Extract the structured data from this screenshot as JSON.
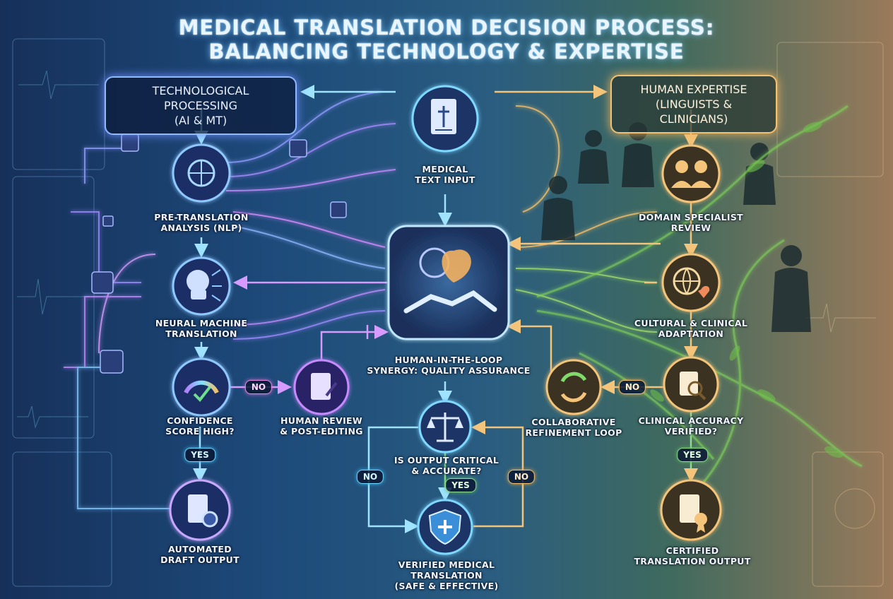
{
  "title": {
    "line1": "MEDICAL TRANSLATION DECISION PROCESS:",
    "line2": "BALANCING TECHNOLOGY & EXPERTISE"
  },
  "headers": {
    "tech": {
      "line1": "TECHNOLOGICAL PROCESSING",
      "line2": "(AI & MT)"
    },
    "human": {
      "line1": "HUMAN EXPERTISE",
      "line2": "(LINGUISTS & CLINICIANS)"
    }
  },
  "nodes": {
    "input": {
      "line1": "MEDICAL",
      "line2": "TEXT INPUT"
    },
    "pretranslation": {
      "line1": "PRE-TRANSLATION",
      "line2": "ANALYSIS (NLP)"
    },
    "nmt": {
      "line1": "NEURAL MACHINE",
      "line2": "TRANSLATION"
    },
    "confidence": {
      "line1": "CONFIDENCE",
      "line2": "SCORE HIGH?"
    },
    "draft": {
      "line1": "AUTOMATED",
      "line2": "DRAFT OUTPUT"
    },
    "review": {
      "line1": "HUMAN REVIEW",
      "line2": "& POST-EDITING"
    },
    "synergy": {
      "line1": "HUMAN-IN-THE-LOOP",
      "line2": "SYNERGY: QUALITY ASSURANCE"
    },
    "critical": {
      "line1": "IS OUTPUT CRITICAL",
      "line2": "& ACCURATE?"
    },
    "verified": {
      "line1": "VERIFIED MEDICAL",
      "line2": "TRANSLATION",
      "line3": "(SAFE & EFFECTIVE)"
    },
    "refinement": {
      "line1": "COLLABORATIVE",
      "line2": "REFINEMENT LOOP"
    },
    "specialist": {
      "line1": "DOMAIN SPECIALIST",
      "line2": "REVIEW"
    },
    "adaptation": {
      "line1": "CULTURAL & CLINICAL",
      "line2": "ADAPTATION"
    },
    "accuracy": {
      "line1": "CLINICAL ACCURACY",
      "line2": "VERIFIED?"
    },
    "certified": {
      "line1": "CERTIFIED",
      "line2": "TRANSLATION OUTPUT"
    }
  },
  "edges": {
    "confidence_no": "NO",
    "confidence_yes": "YES",
    "critical_yes": "YES",
    "critical_no_left": "NO",
    "critical_no_right": "NO",
    "accuracy_no": "NO",
    "accuracy_yes": "YES"
  },
  "colors": {
    "tech_accent": "#8f7dff",
    "cyan_accent": "#5fd0ff",
    "human_accent": "#f0b85c",
    "nature_green": "#7fcf5a"
  }
}
